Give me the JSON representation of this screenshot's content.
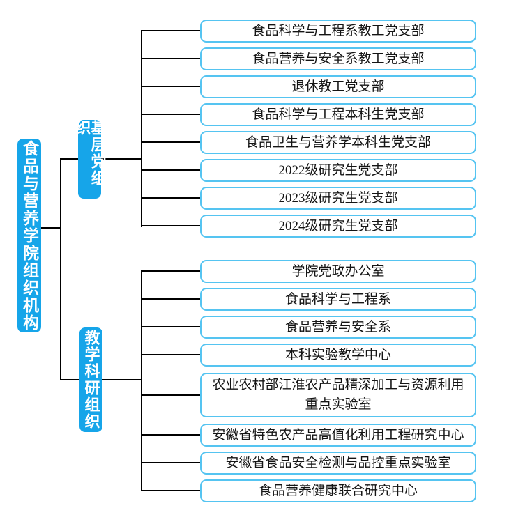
{
  "root": {
    "label": "食品与营养学院组织机构"
  },
  "groups": [
    {
      "label": "基层党组织",
      "items": [
        "食品科学与工程系教工党支部",
        "食品营养与安全系教工党支部",
        "退休教工党支部",
        "食品科学与工程本科生党支部",
        "食品卫生与营养学本科生党支部",
        "2022级研究生党支部",
        "2023级研究生党支部",
        "2024级研究生党支部"
      ]
    },
    {
      "label": "教学科研组织",
      "items": [
        "学院党政办公室",
        "食品科学与工程系",
        "食品营养与安全系",
        "本科实验教学中心",
        "农业农村部江淮农产品精深加工与资源利用\n重点实验室",
        "安徽省特色农产品高值化利用工程研究中心",
        "安徽省食品安全检测与品控重点实验室",
        "食品营养健康联合研究中心"
      ]
    }
  ],
  "colors": {
    "accent_fill": "#16A5E9",
    "box_border": "#55C4F1",
    "connector": "#000000",
    "box_text": "#141414",
    "label_text": "#ffffff"
  }
}
